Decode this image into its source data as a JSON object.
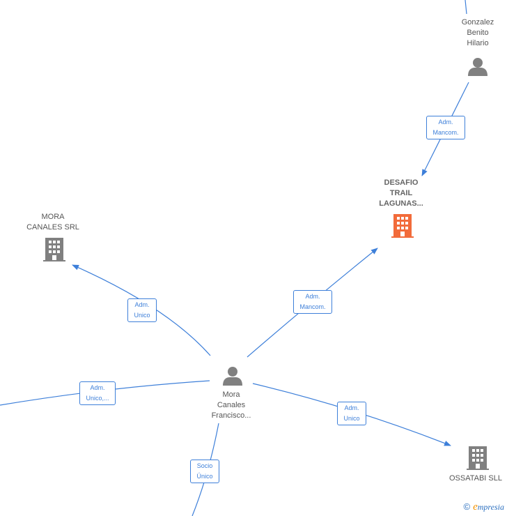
{
  "colors": {
    "edge": "#3d7fd9",
    "company": "#808080",
    "company_highlight": "#f26b3a",
    "person": "#808080"
  },
  "nodes": {
    "gonzalez": {
      "line1": "Gonzalez",
      "line2": "Benito",
      "line3": "Hilario",
      "icon": "person-icon"
    },
    "desafio": {
      "line1": "DESAFIO",
      "line2": "TRAIL",
      "line3": "LAGUNAS...",
      "icon": "building-icon"
    },
    "mora_srl": {
      "line1": "MORA",
      "line2": "CANALES SRL",
      "icon": "building-icon"
    },
    "mora_person": {
      "line1": "Mora",
      "line2": "Canales",
      "line3": "Francisco...",
      "icon": "person-icon"
    },
    "ossatabi": {
      "line1": "OSSATABI SLL",
      "icon": "building-icon"
    }
  },
  "edges": {
    "gonzalez_desafio": {
      "line1": "Adm.",
      "line2": "Mancom."
    },
    "mora_desafio": {
      "line1": "Adm.",
      "line2": "Mancom."
    },
    "mora_srl": {
      "line1": "Adm.",
      "line2": "Unico"
    },
    "mora_left": {
      "line1": "Adm.",
      "line2": "Unico,..."
    },
    "mora_ossatabi": {
      "line1": "Adm.",
      "line2": "Unico"
    },
    "mora_bottom": {
      "line1": "Socio",
      "line2": "Único"
    }
  },
  "brand": {
    "copyright": "©",
    "e": "e",
    "rest": "mpresia"
  }
}
